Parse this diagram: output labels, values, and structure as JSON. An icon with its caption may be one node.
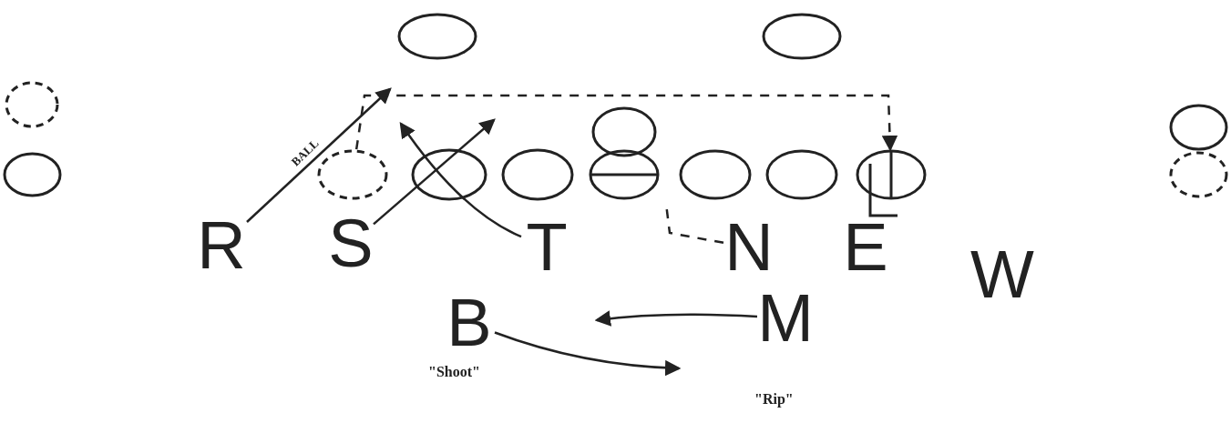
{
  "diagram": {
    "nodes": [
      {
        "text": [],
        "shape": "ellipse"
      },
      {
        "text": [],
        "shape": "ellipse"
      },
      {
        "text": [],
        "shape": "ellipse"
      },
      {
        "text": [],
        "shape": "ellipse"
      },
      {
        "text": [],
        "shape": "ellipse"
      },
      {
        "text": [],
        "shape": "ellipse"
      },
      {
        "text": [],
        "shape": "ellipse"
      },
      {
        "text": [],
        "shape": "ellipse"
      },
      {
        "text": [],
        "shape": "ellipse"
      },
      {
        "text": [],
        "shape": "ellipse"
      },
      {
        "text": [],
        "shape": "ellipse"
      },
      {
        "text": [],
        "shape": "ellipse"
      },
      {
        "text": [],
        "shape": "ellipse"
      },
      {
        "text": [],
        "shape": "ellipse"
      },
      {
        "text": [
          "R"
        ]
      },
      {
        "text": [
          "S"
        ]
      },
      {
        "text": [
          "T"
        ]
      },
      {
        "text": [
          "N"
        ]
      },
      {
        "text": [
          "E"
        ]
      },
      {
        "text": [
          "W"
        ]
      },
      {
        "text": [
          "B"
        ],
        "beside": [
          "\"Shoot\""
        ]
      },
      {
        "text": [
          "M"
        ],
        "beside": [
          "\"Rip\""
        ]
      }
    ],
    "edges": [
      {
        "from": 14,
        "to": null,
        "arrow": "to",
        "label": "BALL"
      },
      {
        "from": 6,
        "to": 12,
        "arrow": "to",
        "style": "dashed"
      },
      {
        "from": 15,
        "to": null,
        "arrow": "to"
      },
      {
        "from": 16,
        "to": null,
        "arrow": "to"
      },
      {
        "from": 17,
        "to": null,
        "arrow": "none",
        "style": "dashed"
      },
      {
        "from": 21,
        "to": null,
        "arrow": "to"
      },
      {
        "from": 20,
        "to": null,
        "arrow": "to"
      }
    ]
  }
}
